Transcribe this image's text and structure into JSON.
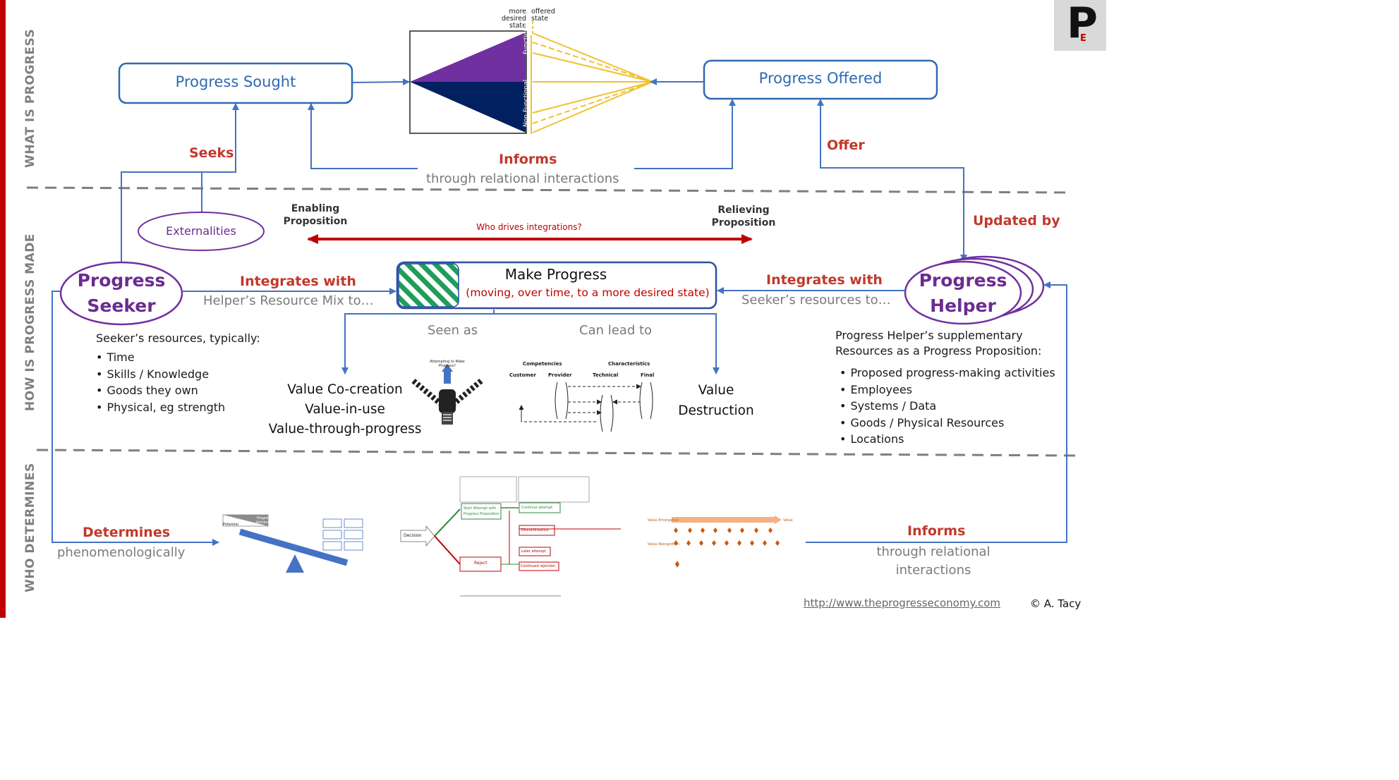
{
  "sections": {
    "what": "WHAT IS PROGRESS",
    "how": "HOW IS PROGRESS MADE",
    "who": "WHO DETERMINES"
  },
  "logo": {
    "letter": "P",
    "sub": "E"
  },
  "top": {
    "more_desired_state": [
      "more",
      "desired",
      "state"
    ],
    "offered_state": [
      "offered",
      "state"
    ],
    "functional": "Functional",
    "non_functional": "Non Functional",
    "progress_sought": "Progress Sought",
    "progress_offered": "Progress Offered",
    "seeks": "Seeks",
    "informs": "Informs",
    "through_relational": "through relational interactions",
    "offer": "Offer"
  },
  "middle": {
    "externalities": "Externalities",
    "enabling": [
      "Enabling",
      "Proposition"
    ],
    "relieving": [
      "Relieving",
      "Proposition"
    ],
    "who_drives": "Who drives integrations?",
    "updated_by": "Updated by",
    "progress_seeker": [
      "Progress",
      "Seeker"
    ],
    "progress_helper": [
      "Progress",
      "Helper"
    ],
    "integrates_left": "Integrates with",
    "helper_resource_mix": "Helper’s Resource Mix to…",
    "integrates_right": "Integrates with",
    "seeker_resources_to": "Seeker’s resources to…",
    "make_progress": "Make Progress",
    "make_progress_sub": "(moving, over time, to a more desired state)",
    "seen_as": "Seen as",
    "can_lead_to": "Can lead to",
    "seeker_resources_title": "Seeker’s resources, typically:",
    "seeker_resources": [
      "Time",
      "Skills / Knowledge",
      "Goods they own",
      "Physical, eg strength"
    ],
    "value_cocreation": [
      "Value Co-creation",
      "Value-in-use",
      "Value-through-progress"
    ],
    "value_destruction": [
      "Value",
      "Destruction"
    ],
    "helper_title": [
      "Progress Helper’s supplementary",
      "Resources as a Progress Proposition:"
    ],
    "helper_resources": [
      "Proposed progress-making activities",
      "Employees",
      "Systems / Data",
      "Goods / Physical Resources",
      "Locations"
    ],
    "attempting_label": [
      "Attempting to Make",
      "Progress?"
    ],
    "matrix": {
      "competencies": "Competencies",
      "characteristics": "Characteristics",
      "customer": "Customer",
      "provider": "Provider",
      "technical": "Technical",
      "final": "Final"
    }
  },
  "bottom": {
    "determines": "Determines",
    "phenomenologically": "phenomenologically",
    "informs": "Informs",
    "through_relational": [
      "through relational",
      "interactions"
    ],
    "url": "http://www.theprogresseconomy.com",
    "copyright": "© A. Tacy",
    "seesaw": {
      "progress": "Progress",
      "achieved": "Achieved",
      "potential": "Potential"
    },
    "decision": "Decision",
    "start_attempt": [
      "Start Attempt with",
      "Progress Proposition"
    ],
    "continue_attempt": "Continue attempt",
    "discontinuance": "Discontinuance",
    "later_attempt": "Later attempt",
    "reject": "Reject",
    "continued_rejection": "Continued rejection",
    "value_emergence": "Value Emergence",
    "value_recognition": "Value Recognition",
    "value_label": "Value"
  },
  "colors": {
    "blue": "#4472c4",
    "purple": "#7030a0",
    "navy": "#002060",
    "red": "#c00000",
    "yellow": "#f2c12e",
    "grey_dash": "#7f7f7f"
  }
}
